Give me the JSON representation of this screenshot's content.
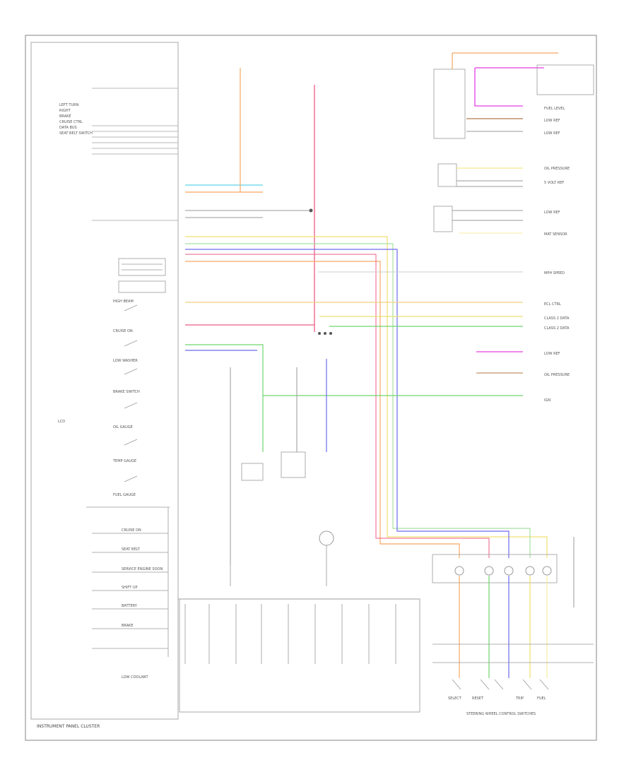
{
  "diagram": {
    "footer_left": "INSTRUMENT PANEL CLUSTER",
    "footer_corner": "",
    "connectors": [
      "",
      "",
      ""
    ],
    "colors": {
      "orange": "#f5a863",
      "pink": "#ee5c84",
      "cyan": "#5fd3e6",
      "magenta": "#e43ee4",
      "green": "#6fd56f",
      "blue": "#6a6af0",
      "yellow": "#f0e070",
      "lightyellow": "#f4eea0",
      "brown": "#b07a4a",
      "gray": "#b8b8b8"
    },
    "right_labels": [
      {
        "id": "fuel-level",
        "text": "FUEL LEVEL"
      },
      {
        "id": "low-ref-1",
        "text": "LOW REF"
      },
      {
        "id": "low-ref-2",
        "text": "LOW REF"
      },
      {
        "id": "oil-pressure-1",
        "text": "OIL PRESSURE"
      },
      {
        "id": "5v-ref",
        "text": "5 VOLT REF"
      },
      {
        "id": "low-ref-3",
        "text": "LOW REF"
      },
      {
        "id": "mat-sensor",
        "text": "MAT SENSOR"
      },
      {
        "id": "mph-speed",
        "text": "MPH SPEED"
      },
      {
        "id": "ecl-ctrl",
        "text": "ECL CTRL"
      },
      {
        "id": "class2-1",
        "text": "CLASS 2 DATA"
      },
      {
        "id": "class2-2",
        "text": "CLASS 2 DATA"
      },
      {
        "id": "low-ref-4",
        "text": "LOW REF"
      },
      {
        "id": "oil-pressure-2",
        "text": "OIL PRESSURE"
      },
      {
        "id": "ign",
        "text": "IGN"
      }
    ],
    "left_inputs": [
      "LEFT TURN",
      "RIGHT",
      "BRAKE",
      "CRUISE CTRL",
      "DATA BUS",
      "SEAT BELT SWITCH"
    ],
    "left_switches": [
      {
        "id": "high-beam",
        "text": "HIGH BEAM"
      },
      {
        "id": "cruise-on",
        "text": "CRUISE ON"
      },
      {
        "id": "low-washer",
        "text": "LOW WASHER"
      },
      {
        "id": "brake-switch",
        "text": "BRAKE SWITCH"
      },
      {
        "id": "oil-gauge",
        "text": "OIL GAUGE"
      },
      {
        "id": "temp-gauge",
        "text": "TEMP GAUGE"
      },
      {
        "id": "fuel-gauge",
        "text": "FUEL GAUGE"
      }
    ],
    "left_indicators": [
      {
        "id": "cruise-on-ind",
        "text": "CRUISE ON"
      },
      {
        "id": "seat-belt",
        "text": "SEAT BELT"
      },
      {
        "id": "service-engine",
        "text": "SERVICE ENGINE SOON"
      },
      {
        "id": "shift-up",
        "text": "SHIFT UP"
      },
      {
        "id": "battery",
        "text": "BATTERY"
      },
      {
        "id": "brake-ind",
        "text": "BRAKE"
      },
      {
        "id": "low-coolant",
        "text": "LOW COOLANT"
      }
    ],
    "lcd_label": "LCD",
    "cluster_title": "INSTRUMENT PANEL CLUSTER",
    "bottom_right_title": "STEERING WHEEL CONTROL SWITCHES",
    "bottom_right_buttons": [
      "SELECT",
      "RESET",
      "TRIP",
      "FUEL"
    ]
  }
}
